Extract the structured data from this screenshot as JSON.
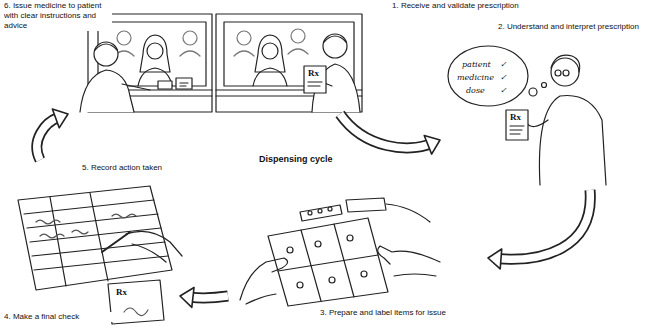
{
  "diagram": {
    "title": "Dispensing cycle",
    "nodes": [
      {
        "text": [
          "1. Receive and validate prescription"
        ]
      },
      {
        "text": [
          "2. Understand and interpret prescription"
        ]
      },
      {
        "text": [
          "3. Prepare and label items for issue"
        ]
      },
      {
        "text": [
          "4. Make a final check"
        ]
      },
      {
        "text": [
          "5. Record action taken"
        ]
      },
      {
        "text": [
          "6. Issue medicine to patient with clear instructions and advice"
        ]
      }
    ],
    "edges": [
      {
        "from": 0,
        "to": 1,
        "arrow": "to"
      },
      {
        "from": 1,
        "to": 2,
        "arrow": "to"
      },
      {
        "from": 2,
        "to": 3,
        "arrow": "to"
      },
      {
        "from": 4,
        "to": 5,
        "arrow": "to"
      }
    ],
    "labels": [
      "patient",
      "✓",
      "medicine",
      "✓",
      "dose",
      "✓",
      "Rx",
      "Rx",
      "Rx"
    ]
  }
}
